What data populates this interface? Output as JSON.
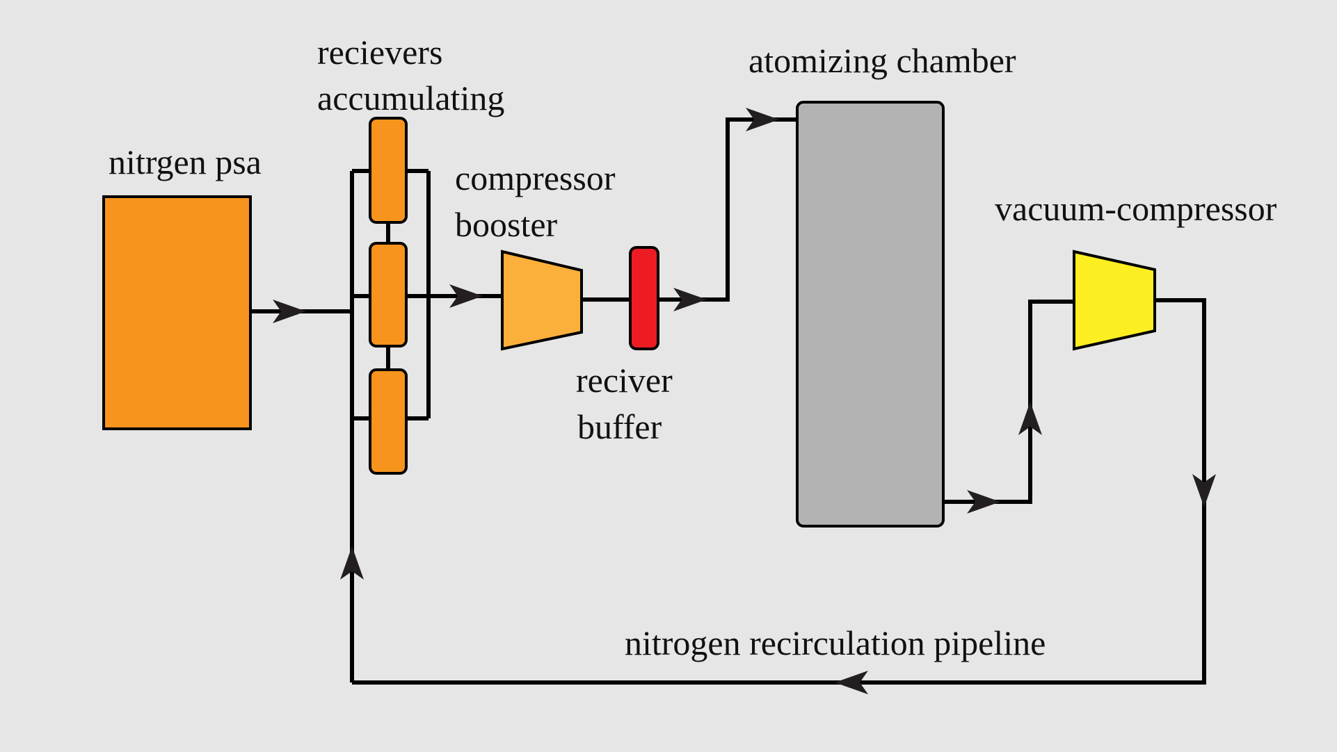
{
  "labels": {
    "nitrogen_psa": "nitrgen psa",
    "receivers_line1": "recievers",
    "receivers_line2": "accumulating",
    "compressor_line1": "compressor",
    "compressor_line2": "booster",
    "buffer_line1": "reciver",
    "buffer_line2": "buffer",
    "chamber": "atomizing chamber",
    "vacuum": "vacuum-compressor",
    "pipeline": "nitrogen recirculation pipeline"
  },
  "colors": {
    "background": "#e6e6e6",
    "psa_fill": "#f7941d",
    "receiver_fill": "#f7941d",
    "booster_fill": "#fbb03b",
    "buffer_fill": "#ed1c24",
    "chamber_fill": "#b3b3b3",
    "vacuum_fill": "#fcee21",
    "line": "#000000",
    "arrowhead": "#231f20"
  }
}
